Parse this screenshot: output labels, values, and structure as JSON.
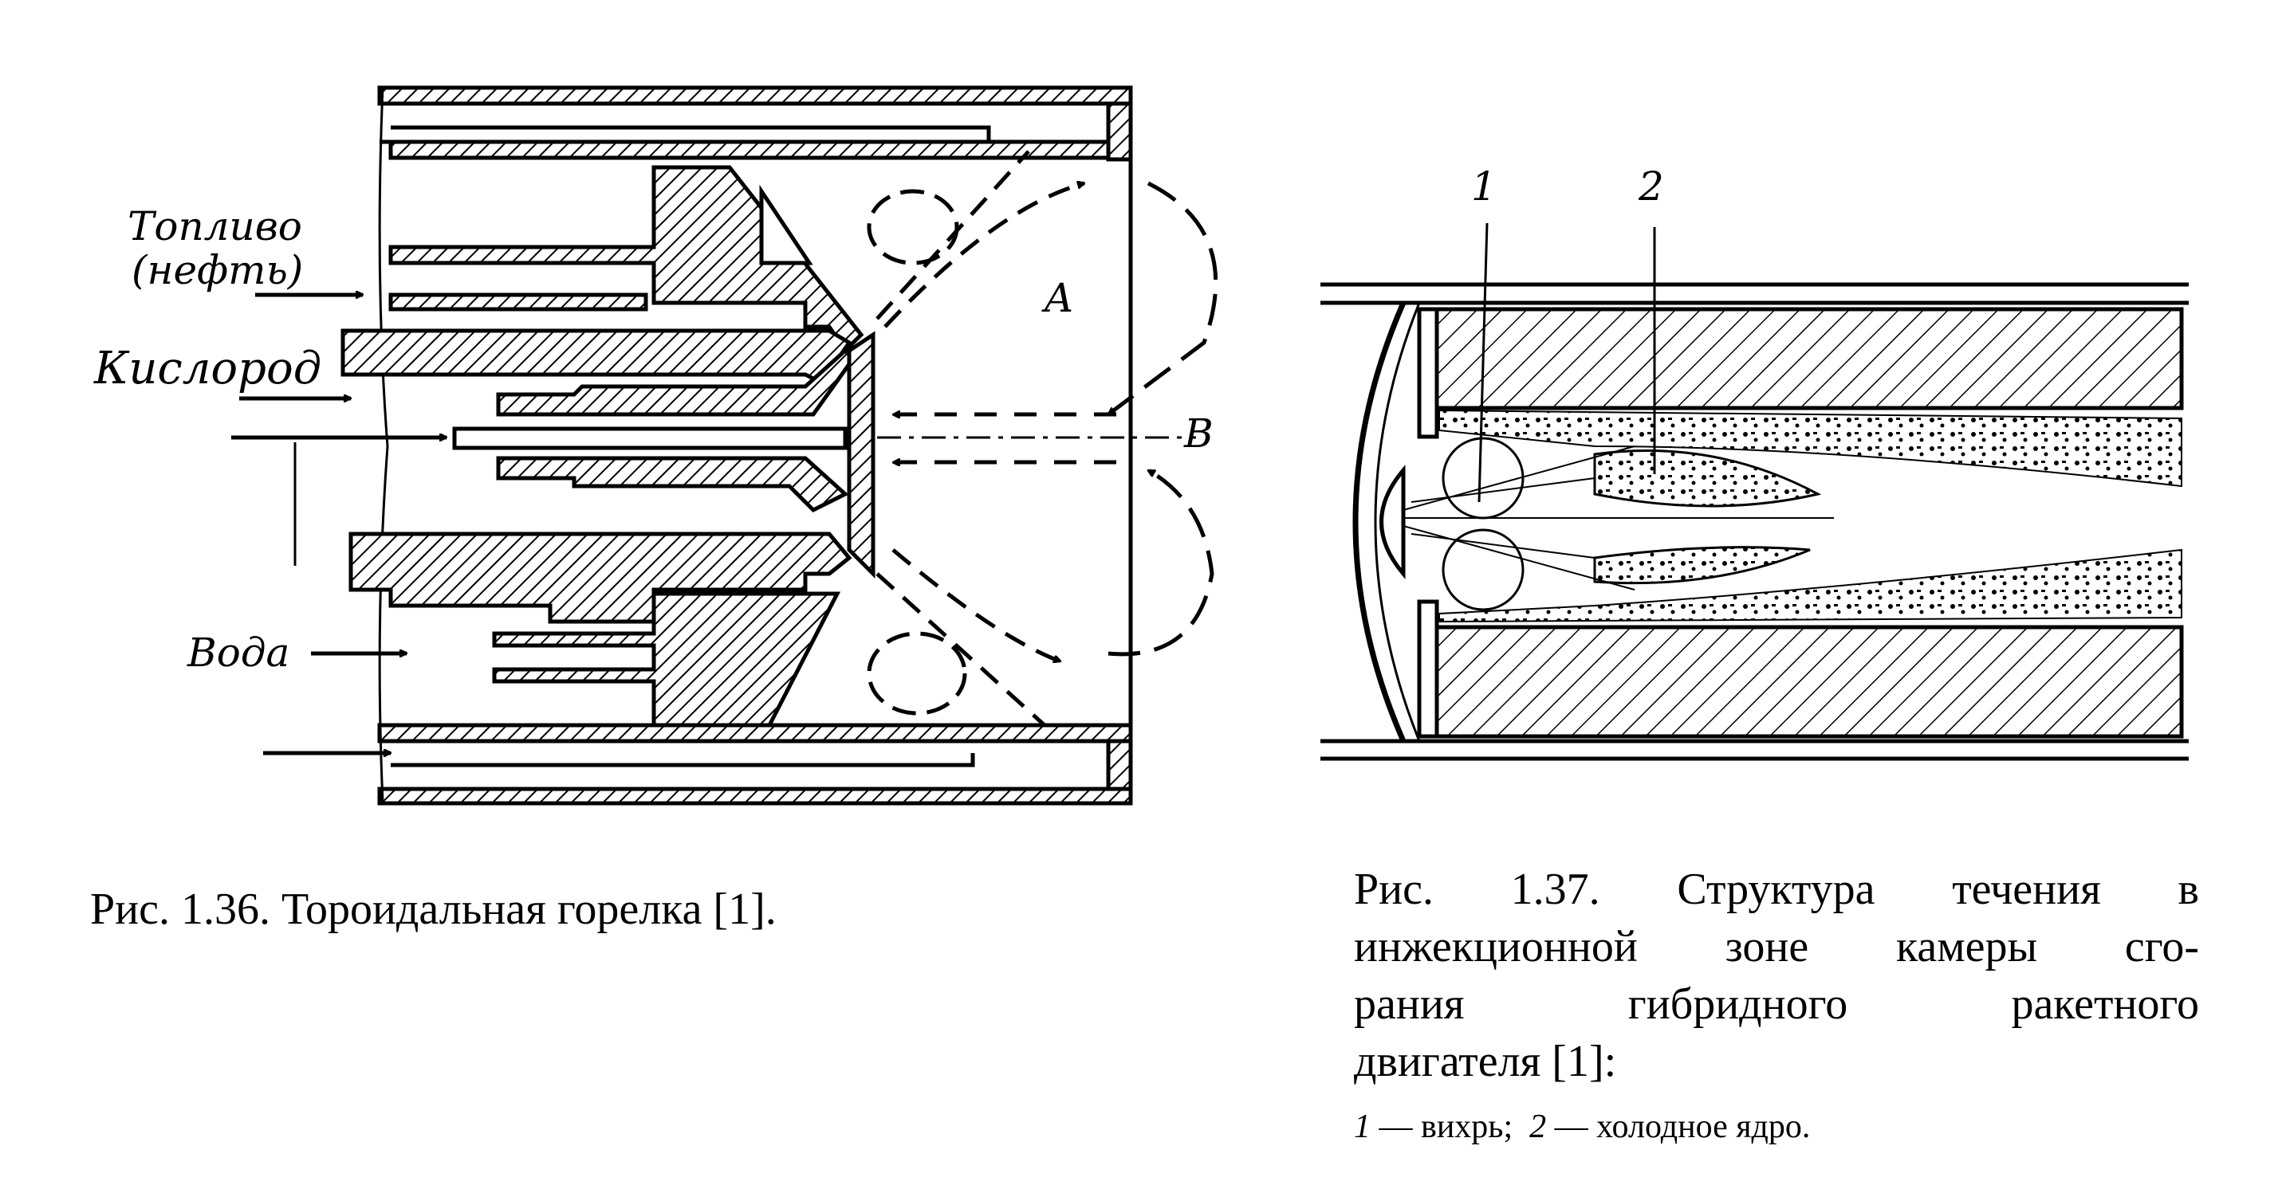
{
  "figure_136": {
    "labels": {
      "fuel": "Топливо",
      "fuel_sub": "(нефть)",
      "oxygen": "Кислород",
      "water": "Вода",
      "zone_a": "A",
      "zone_b": "B"
    },
    "caption": "Рис. 1.36. Тороидальная горелка [1]."
  },
  "figure_137": {
    "labels": {
      "marker_1": "1",
      "marker_2": "2"
    },
    "caption_lines": [
      "Рис. 1.37. Структура течения в",
      "инжекционной зоне камеры сго-",
      "рания гибридного ракетного",
      "двигателя [1]:"
    ],
    "legend": {
      "n1": "1",
      "t1": "— вихрь;",
      "n2": "2",
      "t2": "— холодное ядро."
    }
  }
}
